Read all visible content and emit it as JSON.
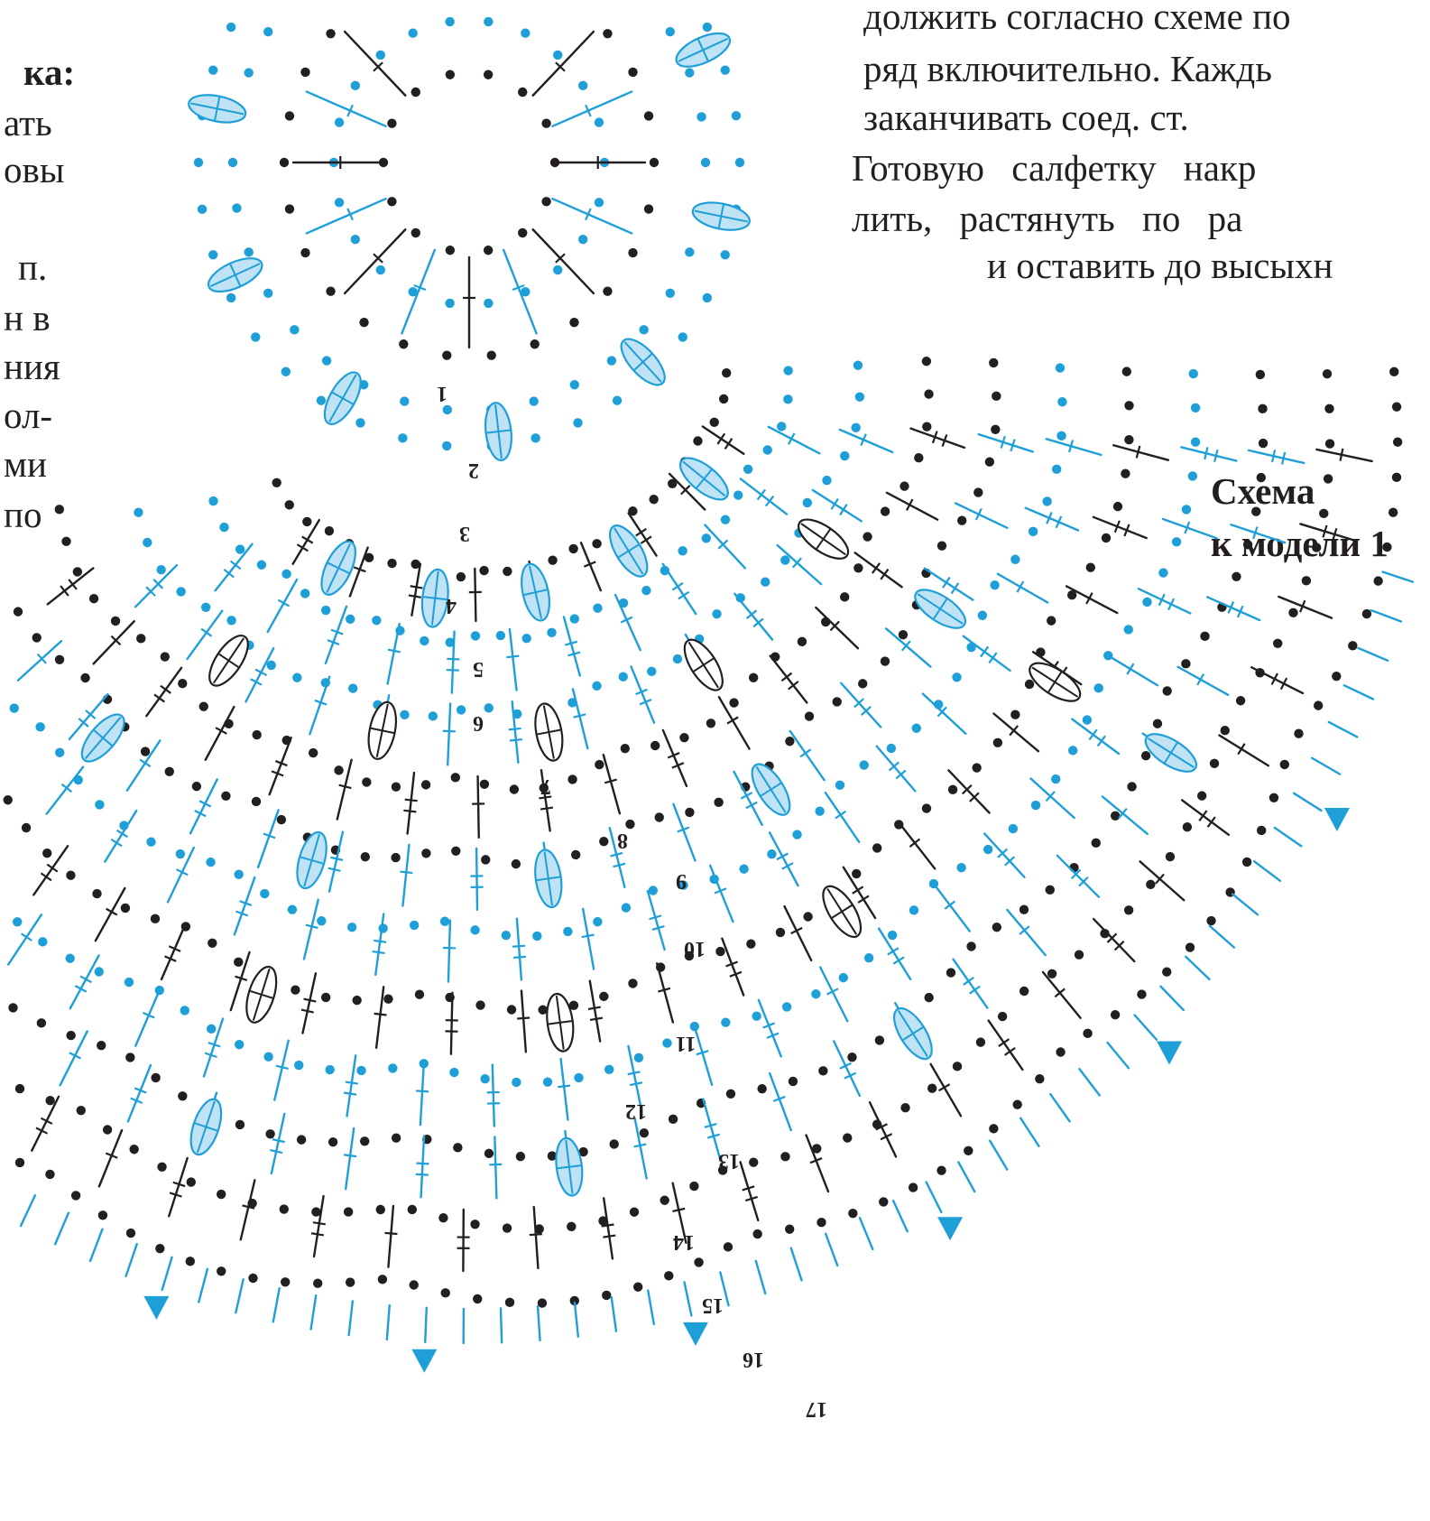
{
  "left_text": [
    "ка:",
    "ать",
    "овы",
    "п.",
    "н в",
    "ния",
    "ол-",
    "ми",
    "по"
  ],
  "right_text": [
    "должить согласно схеме по",
    "ряд включительно. Каждь",
    "заканчивать соед. ст.",
    "Готовую салфетку накр",
    "лить, растянуть по ра",
    "и оставить до высыхн"
  ],
  "caption": [
    "Схема",
    "к модели 1"
  ],
  "row_labels": [
    "1",
    "2",
    "3",
    "4",
    "5",
    "6",
    "7",
    "8",
    "9",
    "10",
    "11",
    "12",
    "13",
    "14",
    "15",
    "16",
    "17"
  ],
  "colors": {
    "black": "#231f20",
    "blue": "#1e9fd8",
    "blue_fill": "#bfe3f4"
  }
}
